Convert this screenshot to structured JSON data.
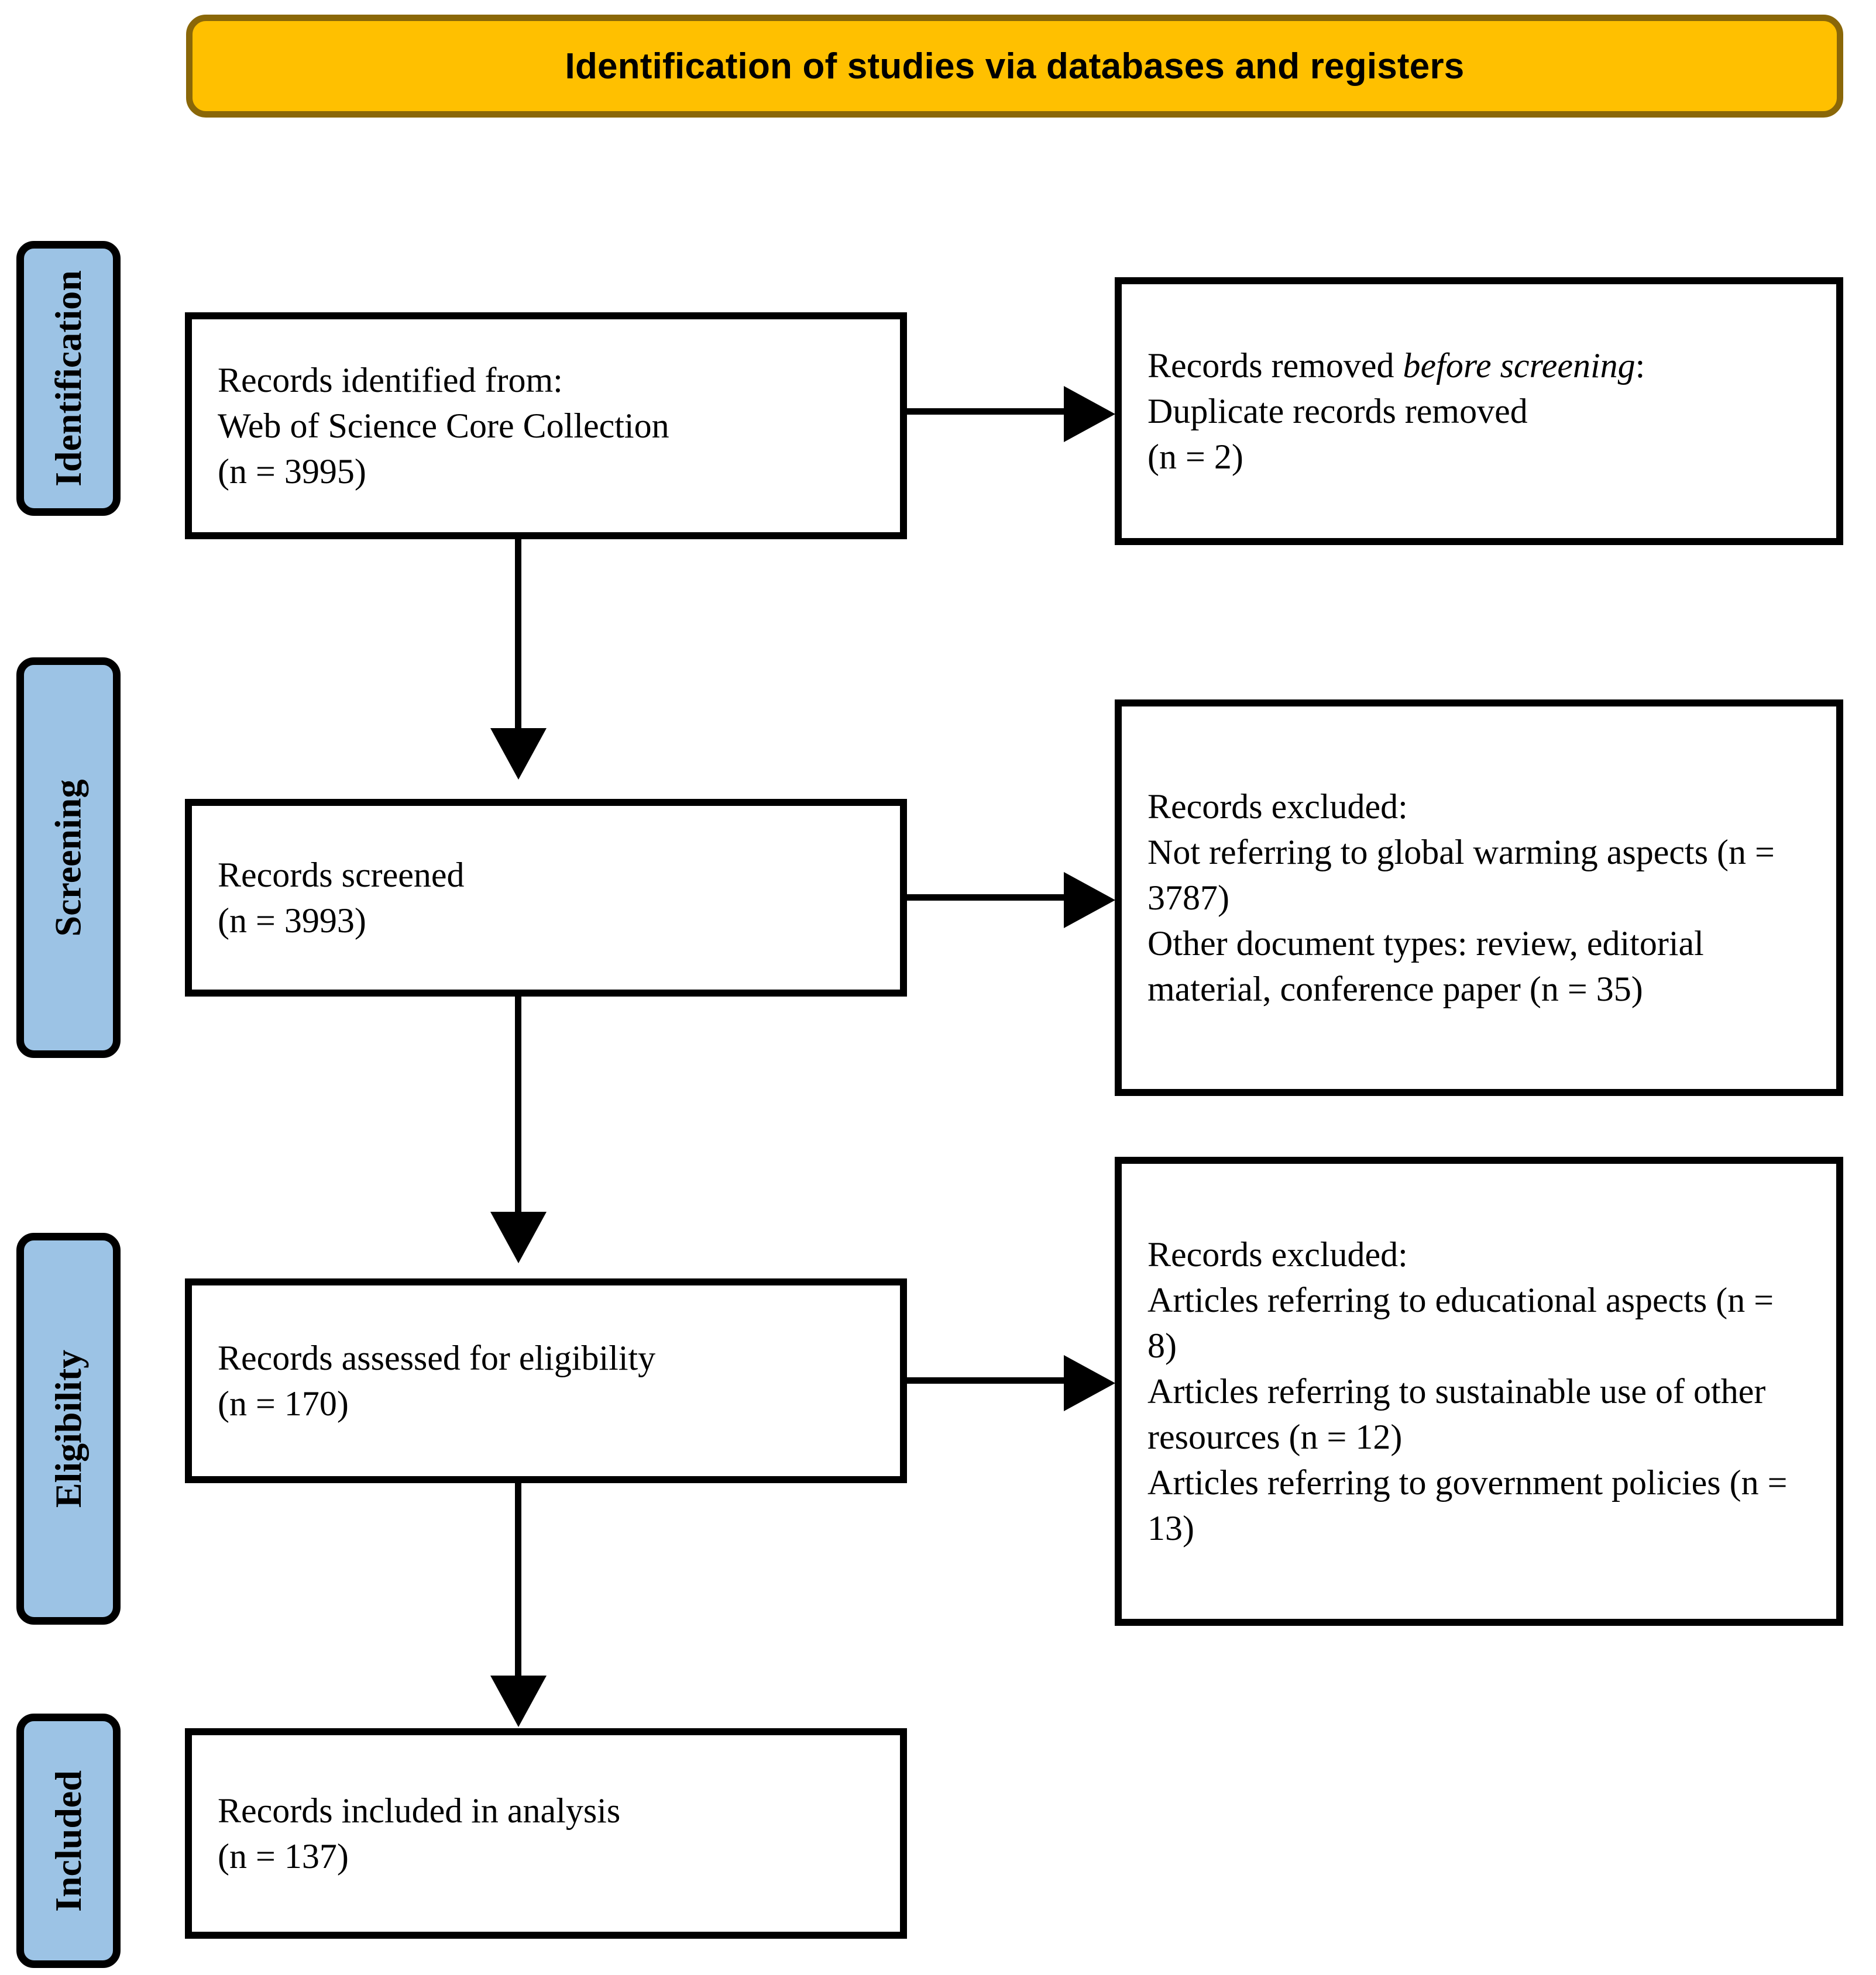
{
  "header": {
    "title": "Identification of studies via databases and registers",
    "fill_color": "#FFC000",
    "border_color": "#8A6708"
  },
  "stages": [
    {
      "label": "Identification"
    },
    {
      "label": "Screening"
    },
    {
      "label": "Eligibility"
    },
    {
      "label": "Included"
    }
  ],
  "stage_style": {
    "fill_color": "#9CC3E5",
    "border_color": "#000000"
  },
  "boxes": {
    "identified": {
      "line1": "Records identified from:",
      "line2": "Web of Science Core Collection",
      "line3": "(n = 3995)"
    },
    "removed_before_screening": {
      "line1_prefix": "Records removed ",
      "line1_italic": "before screening",
      "line1_suffix": ":",
      "line2": "Duplicate records removed",
      "line3": "(n = 2)"
    },
    "screened": {
      "line1": "Records screened",
      "line2": "(n = 3993)"
    },
    "excluded_screening": {
      "line1": "Records excluded:",
      "line2": "Not referring to global warming aspects (n = 3787)",
      "line3": "Other document types: review, editorial material, conference paper (n = 35)"
    },
    "assessed": {
      "line1": "Records assessed for eligibility",
      "line2": "(n = 170)"
    },
    "excluded_eligibility": {
      "line1": "Records excluded:",
      "line2": "Articles referring to educational aspects (n = 8)",
      "line3": "Articles referring to sustainable use of other resources (n = 12)",
      "line4": "Articles referring to government policies (n = 13)"
    },
    "included": {
      "line1": "Records included in analysis",
      "line2": "(n = 137)"
    }
  },
  "counts": {
    "records_identified": 3995,
    "duplicates_removed": 2,
    "records_screened": 3993,
    "excluded_not_global_warming": 3787,
    "excluded_other_doc_types": 35,
    "records_assessed": 170,
    "excluded_educational": 8,
    "excluded_sustainable_use": 12,
    "excluded_government_policies": 13,
    "records_included": 137
  }
}
